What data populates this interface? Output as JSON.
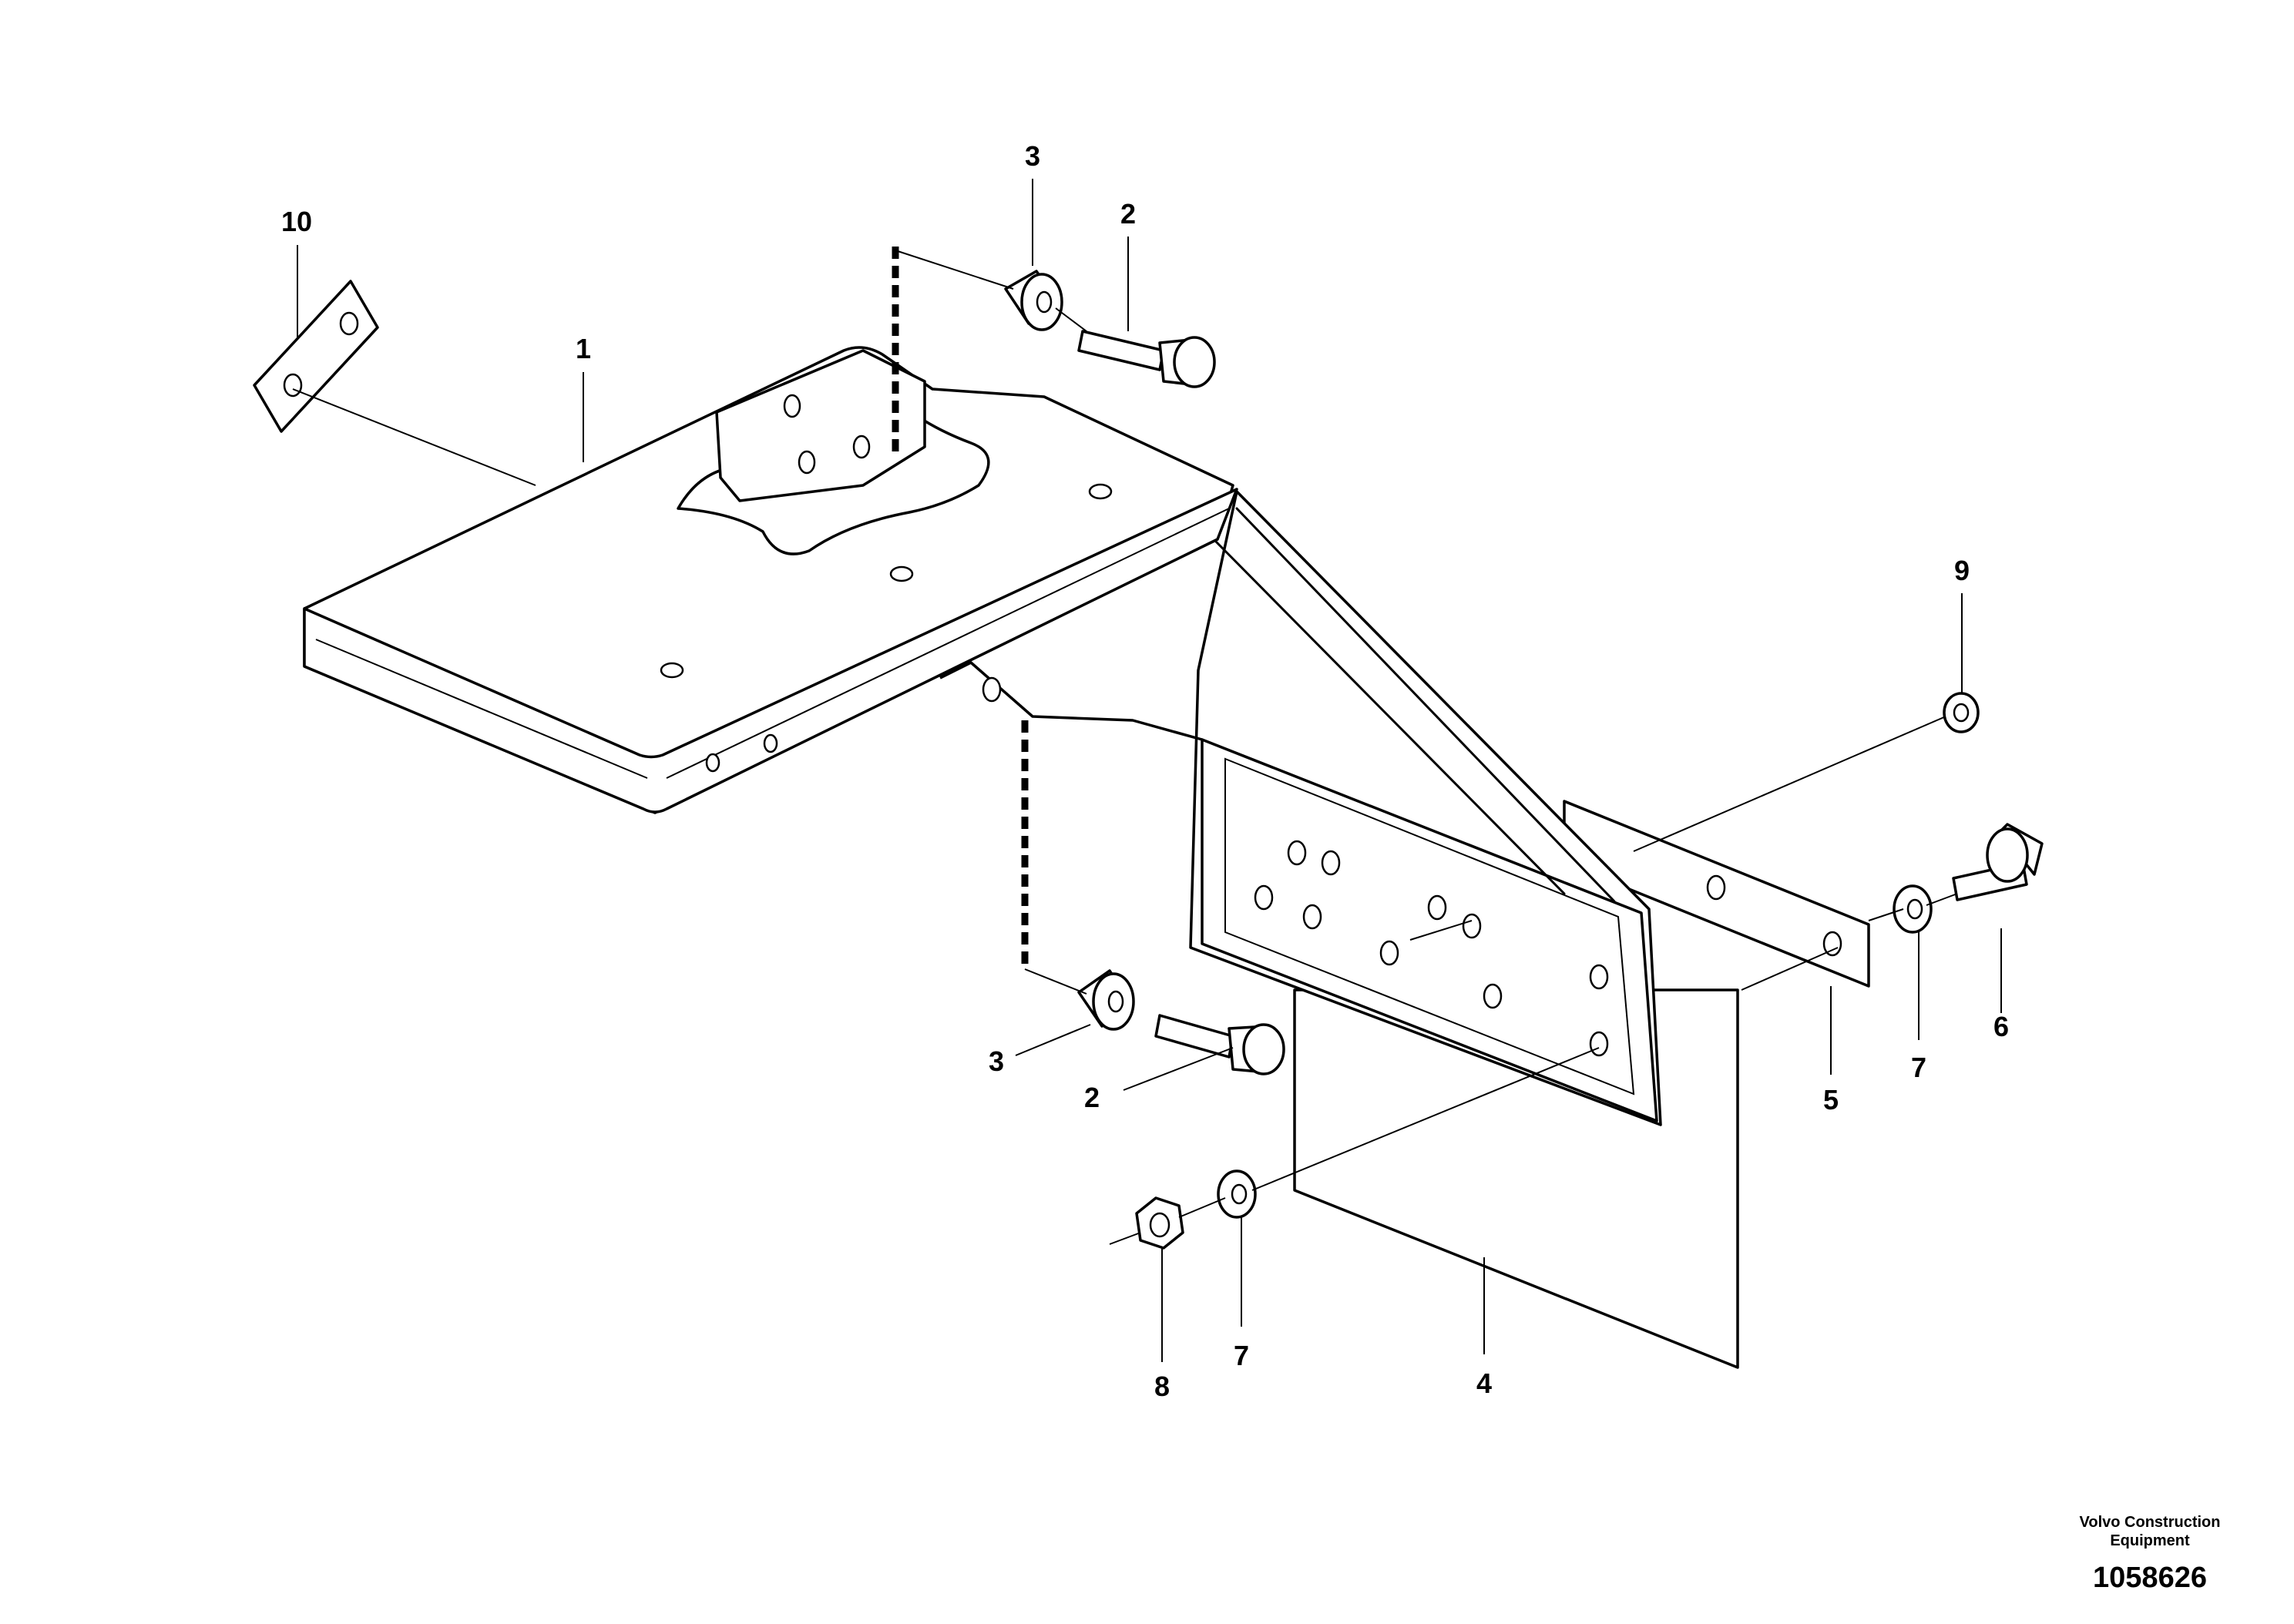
{
  "callouts": {
    "c1": "1",
    "c2_top": "2",
    "c2_bottom": "2",
    "c3_top": "3",
    "c3_bottom": "3",
    "c4": "4",
    "c5": "5",
    "c6": "6",
    "c7_right": "7",
    "c7_bottom": "7",
    "c8": "8",
    "c9": "9",
    "c10": "10"
  },
  "footer": {
    "brand_line1": "Volvo Construction",
    "brand_line2": "Equipment",
    "part_number": "1058626"
  }
}
